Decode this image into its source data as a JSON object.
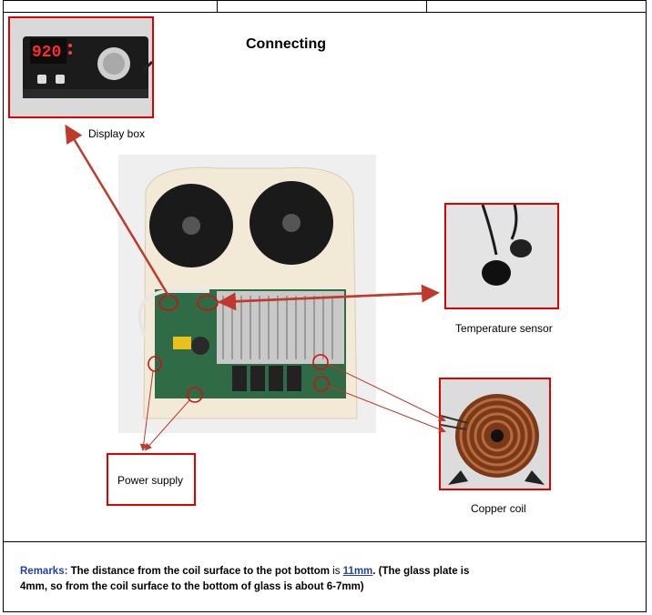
{
  "title": "Connecting",
  "labels": {
    "display_box": "Display box",
    "temperature_sensor": "Temperature sensor",
    "power_supply": "Power supply",
    "copper_coil": "Copper coil"
  },
  "display_readout": "920",
  "remarks": {
    "label": "Remarks:",
    "text1": "The distance from the coil surface to the pot bottom",
    "is_word": "is",
    "value": "11mm",
    "text2": ".  (The glass plate is",
    "text3": "4mm, so  from the coil surface to the bottom of glass is about 6-7mm)"
  },
  "colors": {
    "annotation_red": "#e00000",
    "arrow_red": "#c0392b",
    "remarks_blue": "#1f3fb4"
  }
}
